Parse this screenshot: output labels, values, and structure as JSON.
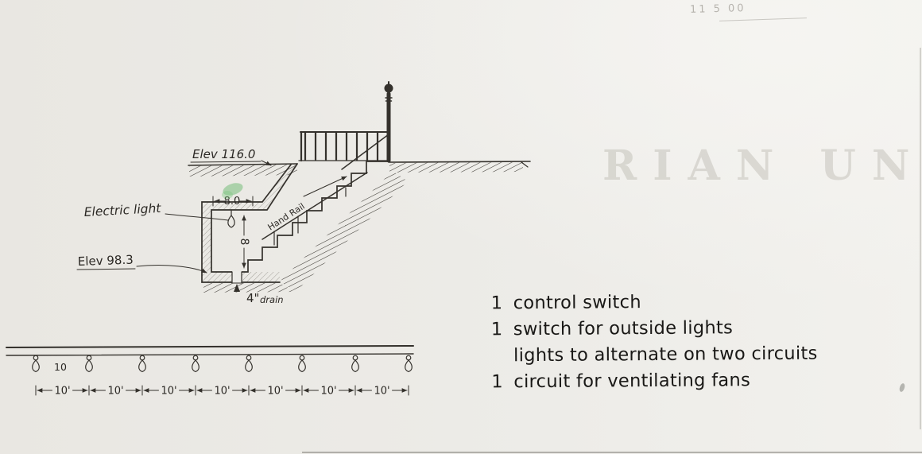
{
  "page": {
    "paper_color": "#ecebe7",
    "ink_color": "#34312c"
  },
  "section_drawing": {
    "elev_top_label": "Elev 116.0",
    "width_dim_label": "8.0",
    "height_dim_label": "8",
    "electric_light_label": "Electric light",
    "hand_rail_label": "Hand Rail",
    "elev_bottom_label": "Elev 98.3",
    "drain_size_label": "4\"",
    "drain_word_label": "drain"
  },
  "wiring_diagram": {
    "count_label": "10",
    "spacing_labels": [
      "10'",
      "10'",
      "10'",
      "10'",
      "10'",
      "10'",
      "10'"
    ]
  },
  "notes": [
    {
      "qty": "1",
      "text": "control switch"
    },
    {
      "qty": "1",
      "text": "switch for outside lights"
    },
    {
      "qty": "",
      "text": "lights to alternate on two circuits"
    },
    {
      "qty": "1",
      "text": "circuit for ventilating fans"
    }
  ],
  "scan_artifacts": {
    "watermark_text": "RIAN UN",
    "corner_note": "11 5 00"
  }
}
